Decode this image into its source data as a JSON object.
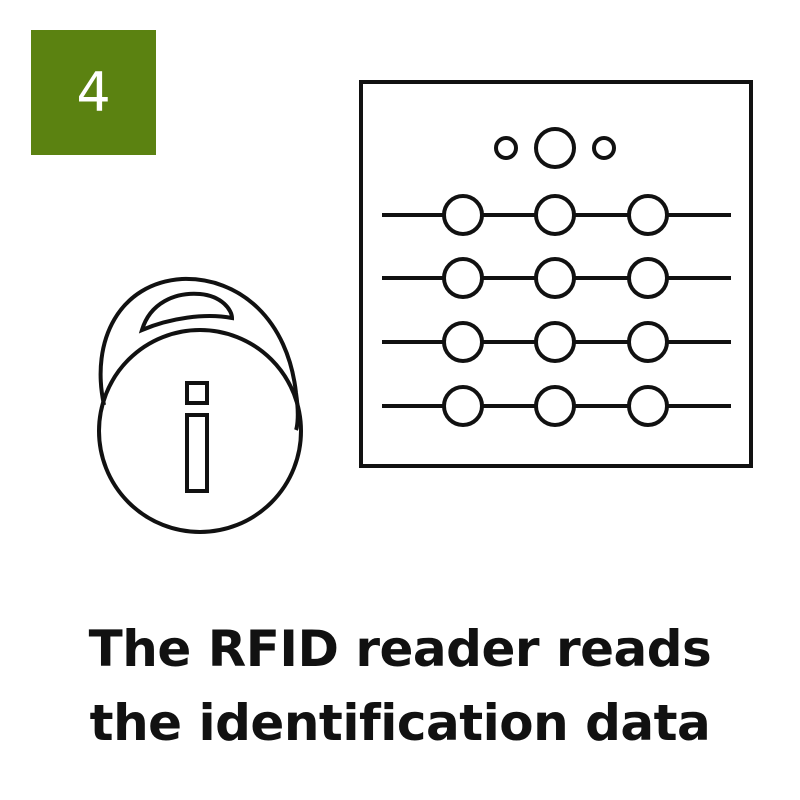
{
  "step": {
    "number": "4",
    "badge_color": "#5b8211"
  },
  "caption": {
    "line1": "The RFID reader reads",
    "line2": "the identification data"
  },
  "icons": {
    "tag": "rfid-key-fob-icon",
    "tag_symbol": "info-icon",
    "reader": "rfid-reader-icon"
  },
  "colors": {
    "stroke": "#111111",
    "background": "#ffffff"
  }
}
